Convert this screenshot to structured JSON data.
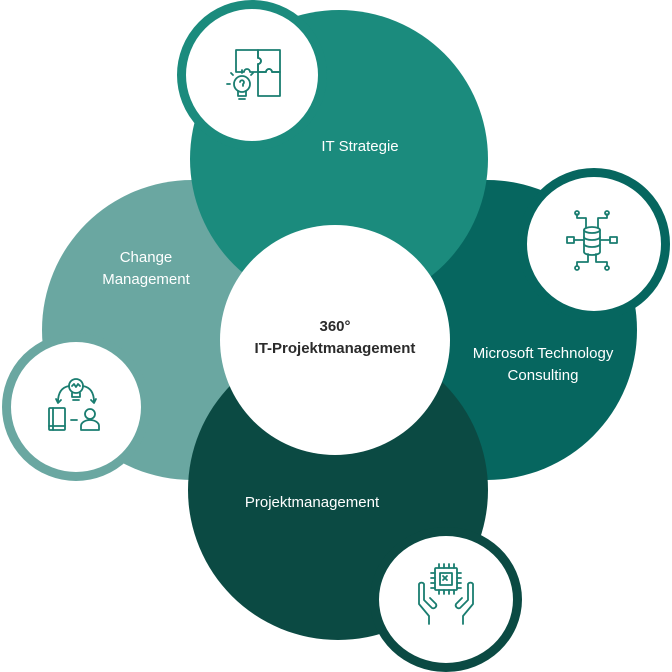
{
  "center": {
    "line1": "360°",
    "line2": "IT-Projektmanagement"
  },
  "nodes": {
    "it_strategie": {
      "label": "IT Strategie",
      "icon": "puzzle-lightbulb-icon",
      "color": "#1b8b7d"
    },
    "microsoft": {
      "line1": "Microsoft Technology",
      "line2": "Consulting",
      "icon": "database-network-icon",
      "color": "#06665f"
    },
    "projekt": {
      "label": "Projektmanagement",
      "icon": "hands-chip-icon",
      "color": "#0b4a43"
    },
    "change": {
      "line1": "Change",
      "line2": "Management",
      "icon": "book-idea-person-icon",
      "color": "#6aa7a1"
    }
  },
  "icon_color": "#1a7d70"
}
